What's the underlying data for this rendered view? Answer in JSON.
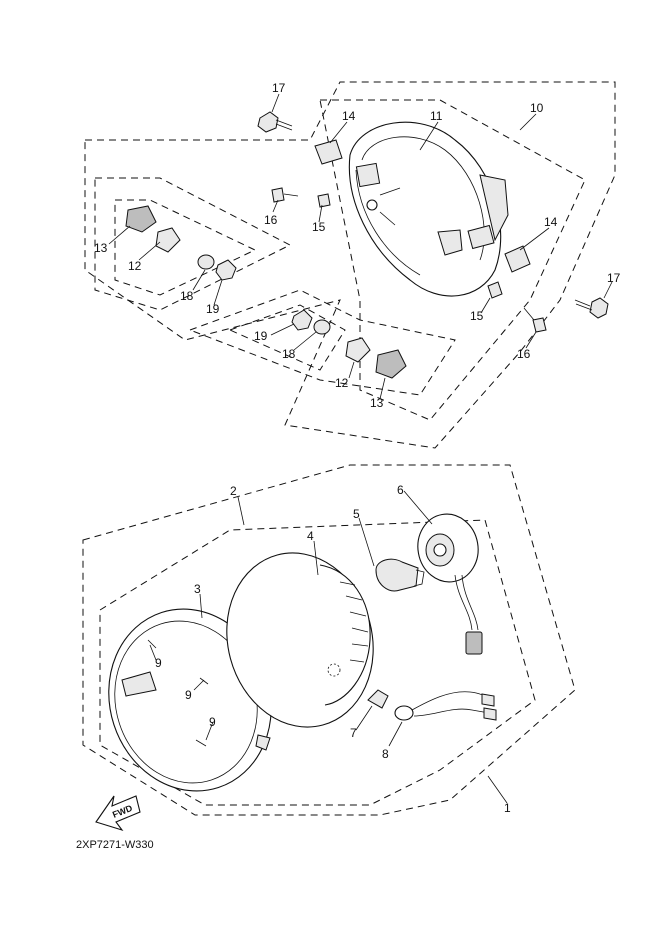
{
  "diagram_code": "2XP7271-W330",
  "fwd_label": "FWD",
  "callouts": {
    "c1": "1",
    "c2": "2",
    "c3": "3",
    "c4": "4",
    "c5": "5",
    "c6": "6",
    "c7": "7",
    "c8": "8",
    "c9a": "9",
    "c9b": "9",
    "c9c": "9",
    "c10": "10",
    "c11": "11",
    "c12a": "12",
    "c12b": "12",
    "c13a": "13",
    "c13b": "13",
    "c14a": "14",
    "c14b": "14",
    "c15a": "15",
    "c15b": "15",
    "c16a": "16",
    "c16b": "16",
    "c17a": "17",
    "c17b": "17",
    "c18a": "18",
    "c18b": "18",
    "c19a": "19",
    "c19b": "19"
  }
}
